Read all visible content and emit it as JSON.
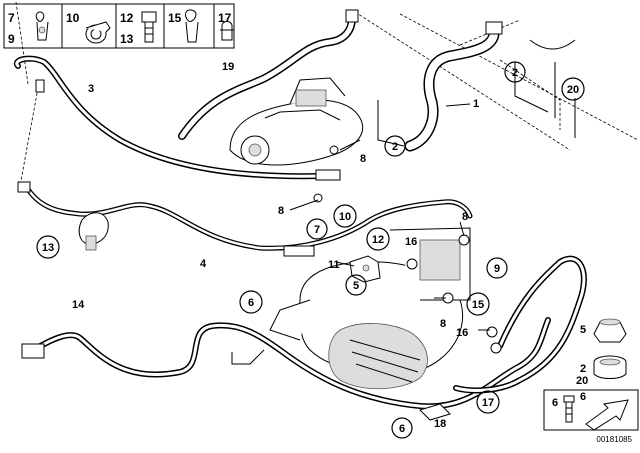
{
  "legend_boxes": [
    {
      "top": "7",
      "bottom": "9"
    },
    {
      "top": "10",
      "bottom": ""
    },
    {
      "top": "12",
      "bottom": "13"
    },
    {
      "top": "15",
      "bottom": ""
    },
    {
      "top": "17",
      "bottom": ""
    }
  ],
  "plain_callouts": [
    "19",
    "3",
    "8",
    "8",
    "11",
    "4",
    "14",
    "8",
    "16",
    "16",
    "18",
    "6",
    "1",
    "5",
    "2",
    "20",
    "8"
  ],
  "circled_callouts": [
    "2",
    "20",
    "2",
    "7",
    "10",
    "12",
    "13",
    "9",
    "5",
    "15",
    "6",
    "17",
    "6"
  ],
  "side_panel": {
    "labels": [
      "5",
      "2",
      "20"
    ],
    "screw_label": "6"
  },
  "document_number": "00181085"
}
